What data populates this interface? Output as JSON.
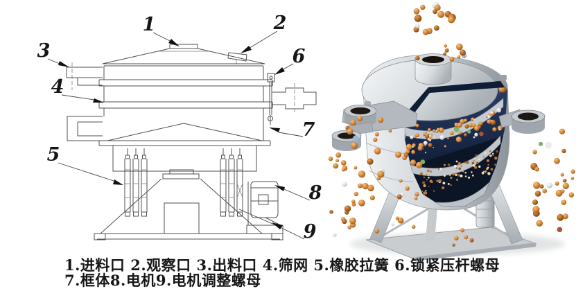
{
  "figure_title": "tumbler-screen-structure-diagram",
  "parts": [
    {
      "num": "1",
      "name": "进料口"
    },
    {
      "num": "2",
      "name": "观察口"
    },
    {
      "num": "3",
      "name": "出料口"
    },
    {
      "num": "4",
      "name": "筛网"
    },
    {
      "num": "5",
      "name": "橡胶拉簧"
    },
    {
      "num": "6",
      "name": "锁紧压杆螺母"
    },
    {
      "num": "7",
      "name": "框体"
    },
    {
      "num": "8",
      "name": "电机"
    },
    {
      "num": "9",
      "name": "电机调整螺母"
    }
  ],
  "legend": {
    "line1": "1.进料口 2.观察口 3.出料口 4.筛网 5.橡胶拉簧 6.锁紧压杆螺母",
    "line2": "7.框体8.电机9.电机调整螺母"
  },
  "colors": {
    "line_art": "#4f4f4f",
    "callout_text": "#161616",
    "machine_grey": "#cfd4d8",
    "mesh_navy": "#16284a",
    "ball_orange": "#c87a33",
    "background": "#ffffff"
  }
}
